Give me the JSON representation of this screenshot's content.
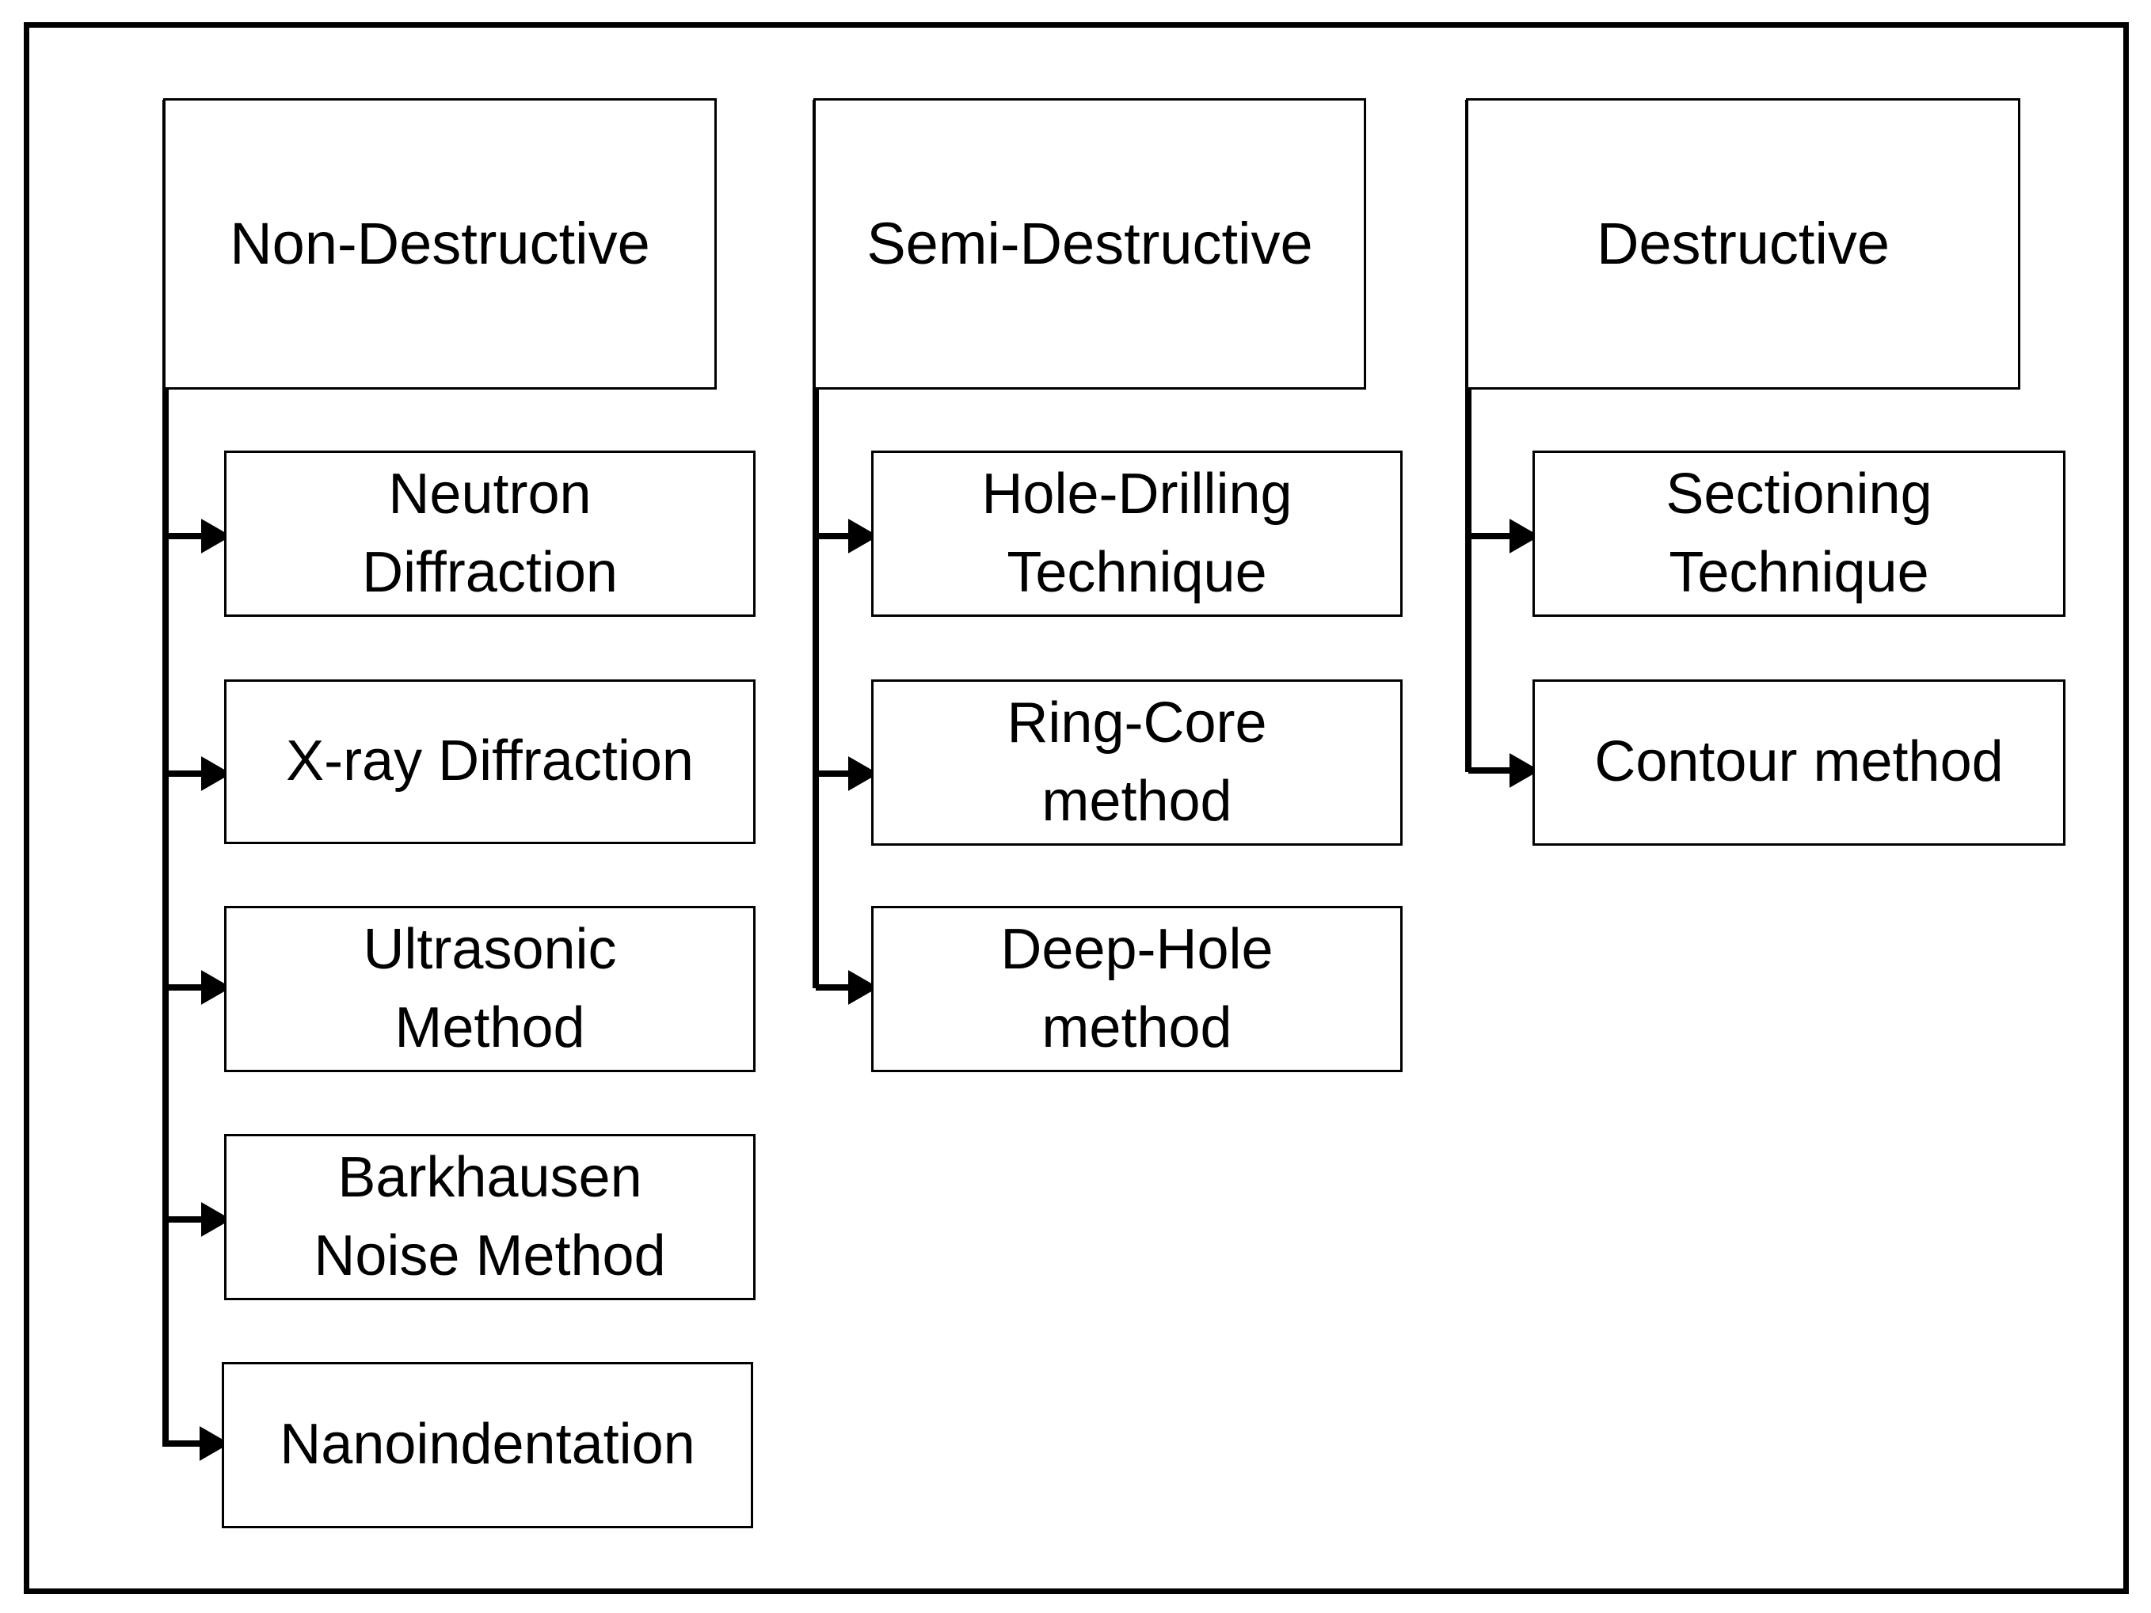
{
  "diagram": {
    "columns": [
      {
        "category": "Non-Destructive",
        "methods": [
          "Neutron\nDiffraction",
          "X-ray Diffraction",
          "Ultrasonic\nMethod",
          "Barkhausen\nNoise Method",
          "Nanoindentation"
        ]
      },
      {
        "category": "Semi-Destructive",
        "methods": [
          "Hole-Drilling\nTechnique",
          "Ring-Core\nmethod",
          "Deep-Hole\nmethod"
        ]
      },
      {
        "category": "Destructive",
        "methods": [
          "Sectioning\nTechnique",
          "Contour method"
        ]
      }
    ]
  }
}
